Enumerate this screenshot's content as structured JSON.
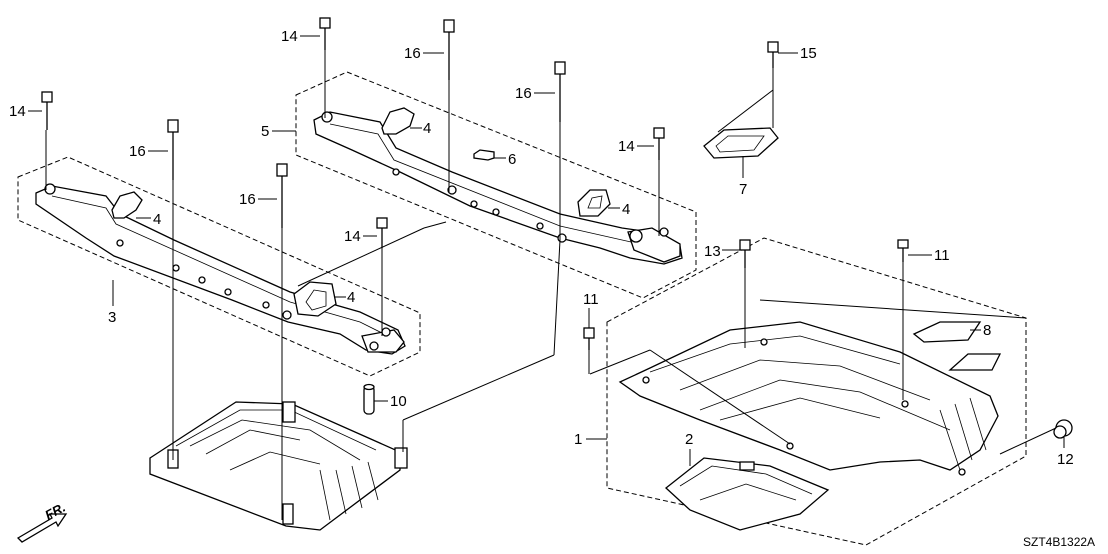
{
  "diagram": {
    "callouts": {
      "c1": "1",
      "c2": "2",
      "c3": "3",
      "c4a": "4",
      "c4b": "4",
      "c4c": "4",
      "c4d": "4",
      "c5": "5",
      "c6": "6",
      "c7": "7",
      "c8": "8",
      "c10": "10",
      "c11a": "11",
      "c11b": "11",
      "c12": "12",
      "c13": "13",
      "c14a": "14",
      "c14b": "14",
      "c14c": "14",
      "c14d": "14",
      "c15": "15",
      "c16a": "16",
      "c16b": "16",
      "c16c": "16",
      "c16d": "16"
    },
    "direction_label": "FR.",
    "drawing_code": "SZT4B1322A"
  }
}
